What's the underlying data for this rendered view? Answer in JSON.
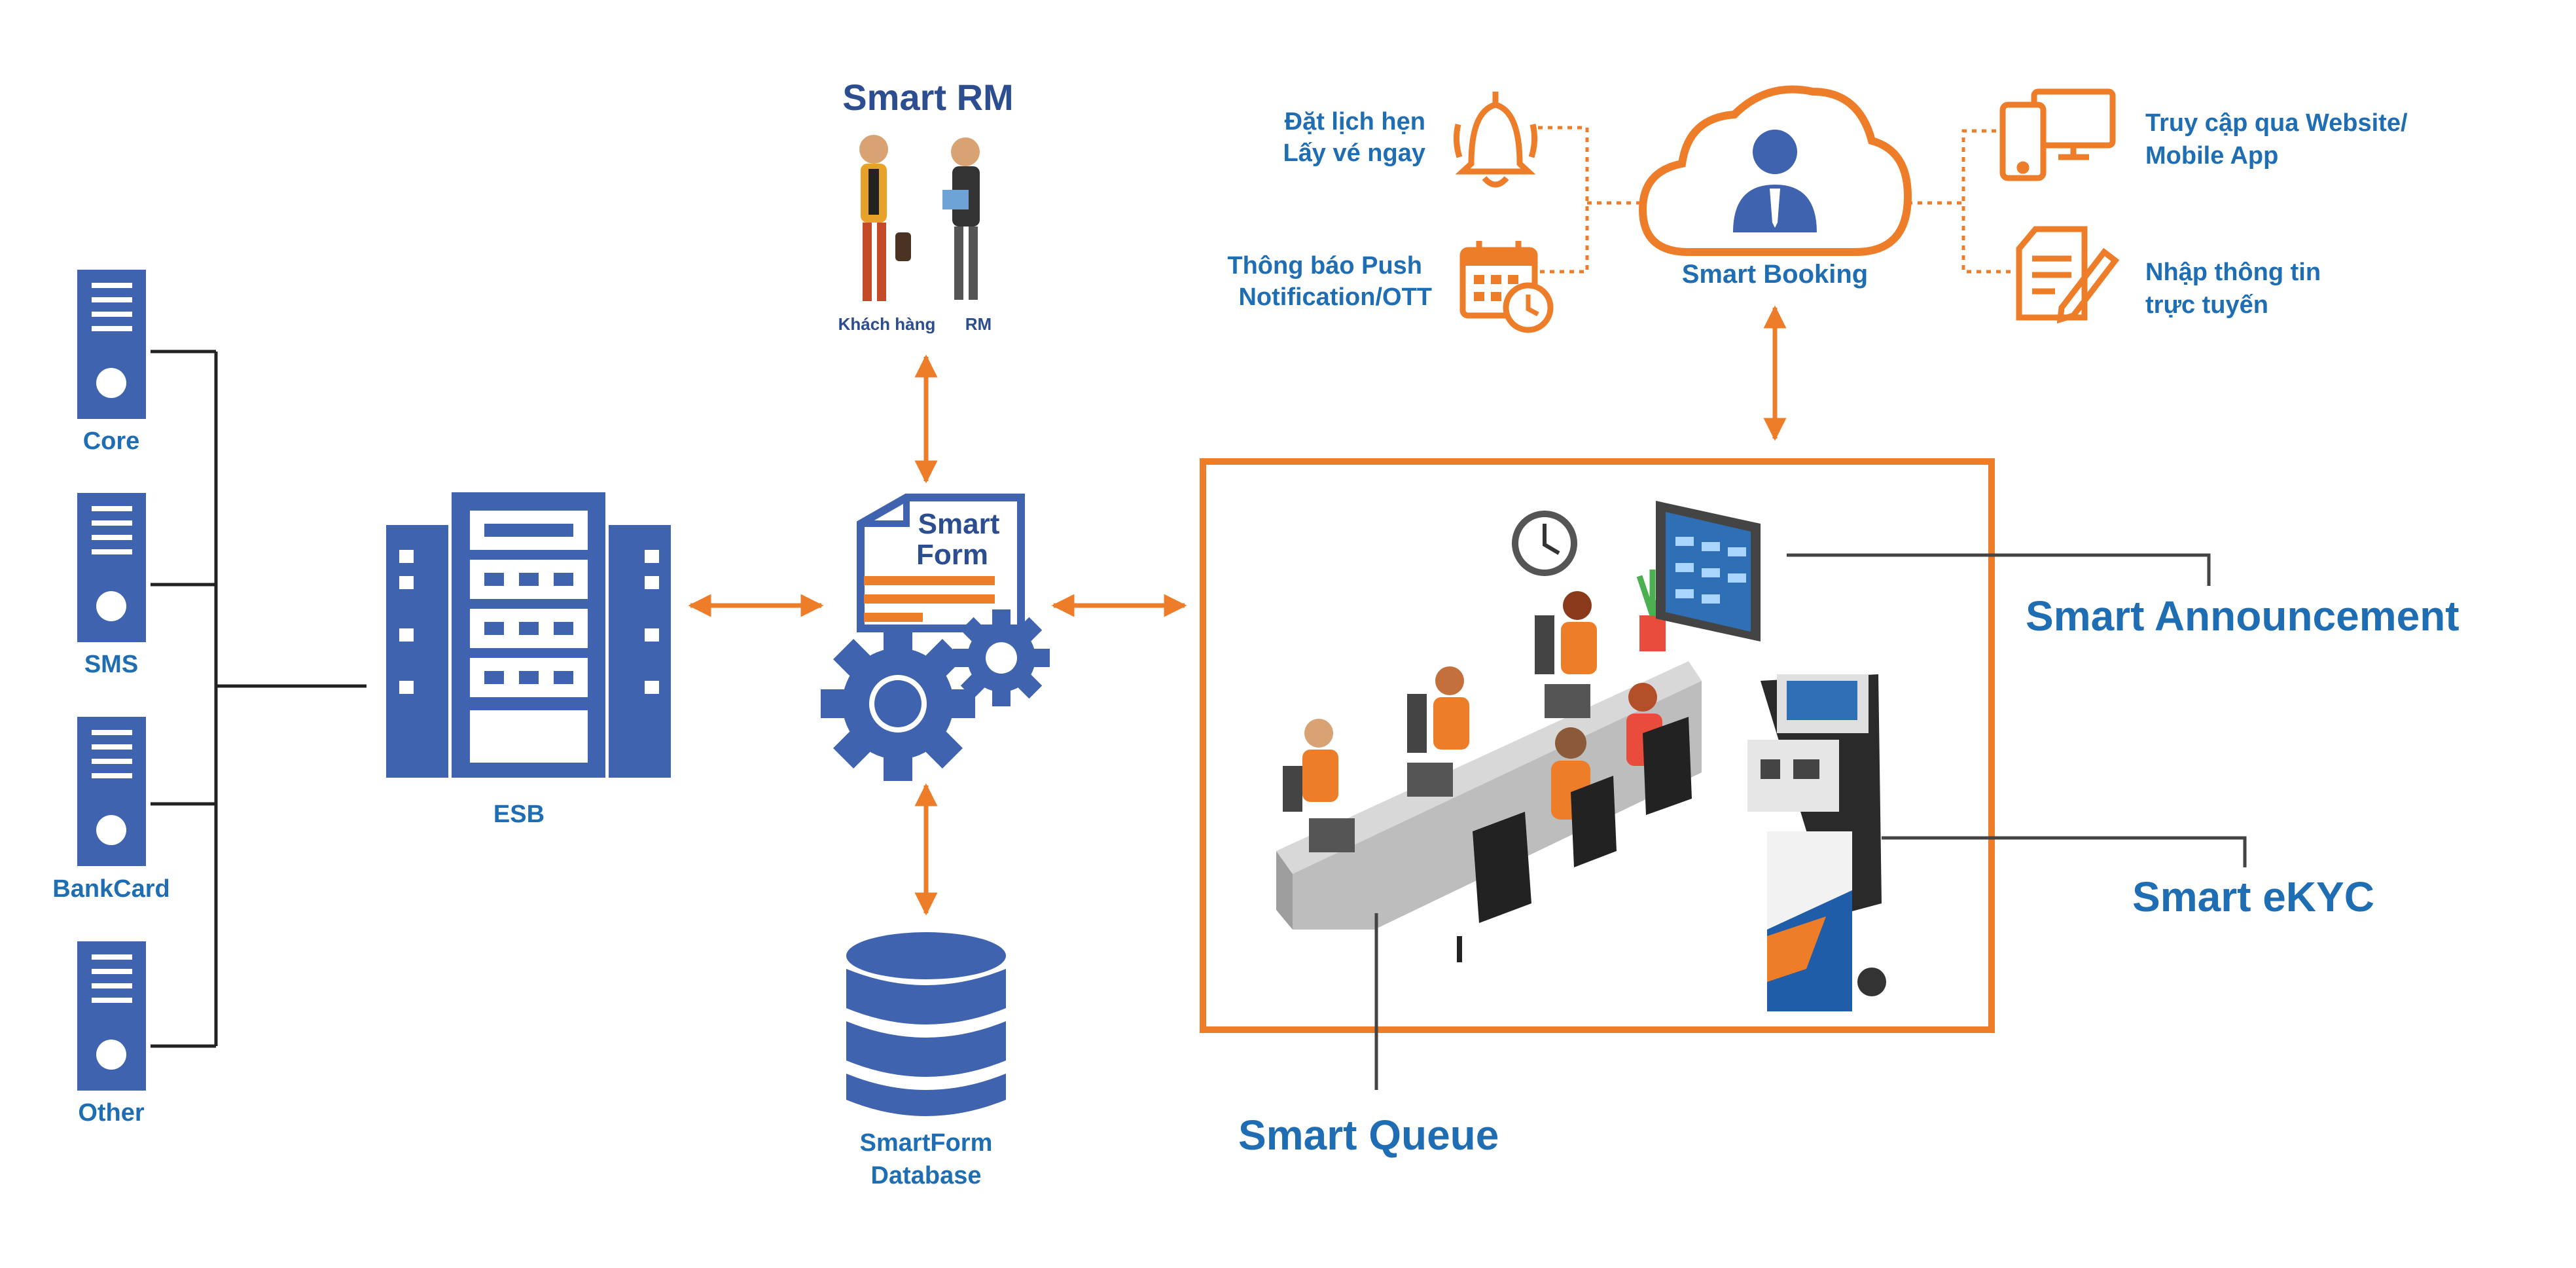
{
  "colors": {
    "blue": "#3f63af",
    "text_blue": "#1f6eb3",
    "navy": "#2d4d91",
    "orange": "#ee7d2a",
    "line": "#222222",
    "gray_line": "#555555"
  },
  "servers": {
    "core": "Core",
    "sms": "SMS",
    "bankcard": "BankCard",
    "other": "Other"
  },
  "esb": {
    "label": "ESB"
  },
  "smart_rm": {
    "title": "Smart RM",
    "customer_label": "Khách hàng",
    "rm_label": "RM"
  },
  "smart_form": {
    "line1": "Smart",
    "line2": "Form"
  },
  "database": {
    "line1": "SmartForm",
    "line2": "Database"
  },
  "booking": {
    "title": "Smart Booking",
    "left_top_line1": "Đặt lịch hẹn",
    "left_top_line2": "Lấy vé ngay",
    "left_bottom_line1": "Thông báo Push",
    "left_bottom_line2": "Notification/OTT",
    "right_top_line1": "Truy cập qua Website/",
    "right_top_line2": "Mobile App",
    "right_bottom_line1": "Nhập thông tin",
    "right_bottom_line2": "trực tuyến"
  },
  "queue": {
    "title": "Smart Queue",
    "announcement": "Smart Announcement",
    "ekyc": "Smart eKYC"
  },
  "icons": [
    "server-icon",
    "esb-rack-icon",
    "people-icon",
    "form-gear-icon",
    "database-icon",
    "bell-icon",
    "calendar-clock-icon",
    "cloud-user-icon",
    "devices-icon",
    "document-pen-icon",
    "clock-icon",
    "display-board-icon",
    "kiosk-icon",
    "office-scene-icon"
  ]
}
